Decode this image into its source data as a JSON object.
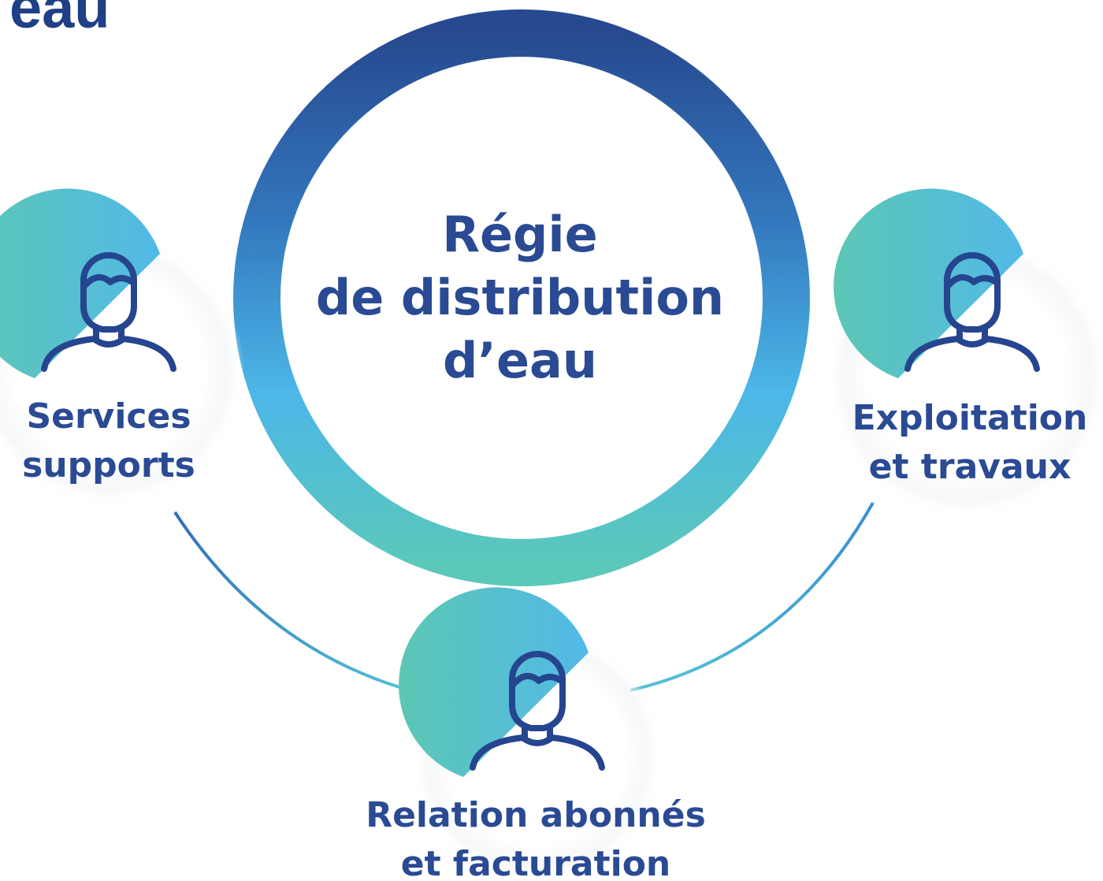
{
  "cut_title": "eau",
  "center": {
    "line1": "Régie",
    "line2": "de distribution",
    "line3": "d’eau"
  },
  "nodes": [
    {
      "id": "services",
      "line1": "Services",
      "line2": "supports",
      "icon": "person-icon"
    },
    {
      "id": "exploitation",
      "line1": "Exploitation",
      "line2": "et travaux",
      "icon": "person-icon"
    },
    {
      "id": "relation",
      "line1": "Relation abonnés",
      "line2": "et facturation",
      "icon": "person-icon"
    }
  ],
  "colors": {
    "text": "#2a4a94",
    "ring_top": "#27498f",
    "ring_mid": "#4cb7e8",
    "ring_bottom": "#5bc8ba",
    "icon_stroke": "#25458f",
    "blob_left": "#5cc7b4",
    "blob_right": "#52b9e8",
    "connector": "#4fbfe0"
  }
}
